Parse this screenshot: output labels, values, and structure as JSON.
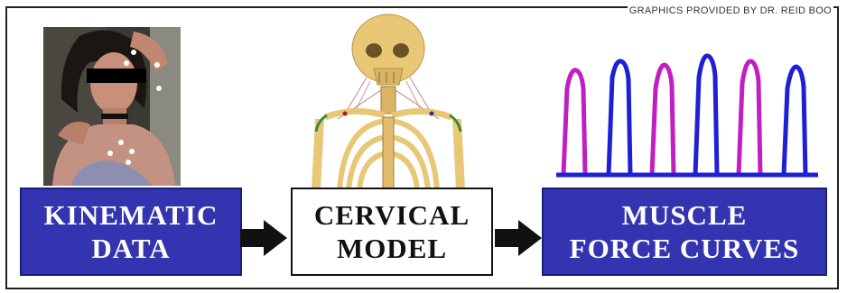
{
  "credit": "GRAPHICS PROVIDED BY DR. REID BOO",
  "boxes": {
    "kinematic": {
      "line1": "KINEMATIC",
      "line2": "DATA"
    },
    "cervical": {
      "line1": "CERVICAL",
      "line2": "MODEL"
    },
    "muscle": {
      "line1": "MUSCLE",
      "line2": "FORCE CURVES"
    }
  },
  "colors": {
    "box_blue": "#3434b0",
    "curve_magenta": "#c21fc2",
    "curve_blue": "#1f1fd6",
    "arrow": "#111111",
    "bone": "#e8c877"
  },
  "icons": [
    "right-arrow-icon",
    "right-arrow-icon"
  ]
}
